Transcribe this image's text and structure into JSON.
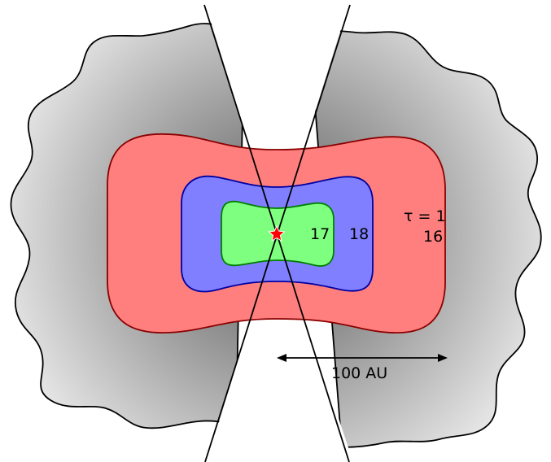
{
  "figure": {
    "labels": {
      "tau": "τ = 1",
      "contour_16": "16",
      "contour_17": "17",
      "contour_18": "18",
      "scale_bar": "100 AU"
    },
    "colors": {
      "envelope_gradient_inner": "#6e6e6e",
      "envelope_gradient_outer": "#e6e6e6",
      "region_red": "#ff7f7f",
      "region_red_stroke": "#8b0000",
      "region_blue": "#7f7fff",
      "region_blue_stroke": "#0000a0",
      "region_green": "#7fff7f",
      "region_green_stroke": "#008000",
      "star": "#ff0000"
    }
  }
}
